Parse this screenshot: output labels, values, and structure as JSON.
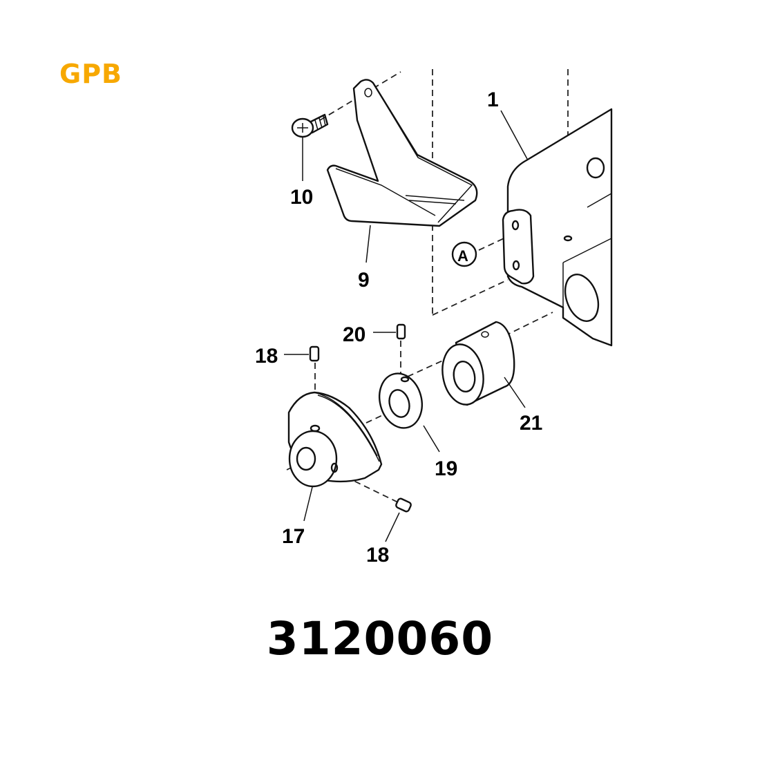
{
  "brand": {
    "logo_text": "GPB",
    "color": "#f7a800"
  },
  "part_number": "3120060",
  "diagram": {
    "type": "exploded-parts-view",
    "callouts": [
      {
        "id": "1",
        "label": "1"
      },
      {
        "id": "9",
        "label": "9"
      },
      {
        "id": "10",
        "label": "10"
      },
      {
        "id": "A",
        "label": "A"
      },
      {
        "id": "20",
        "label": "20"
      },
      {
        "id": "18a",
        "label": "18"
      },
      {
        "id": "21",
        "label": "21"
      },
      {
        "id": "19",
        "label": "19"
      },
      {
        "id": "17",
        "label": "17"
      },
      {
        "id": "18b",
        "label": "18"
      }
    ]
  }
}
